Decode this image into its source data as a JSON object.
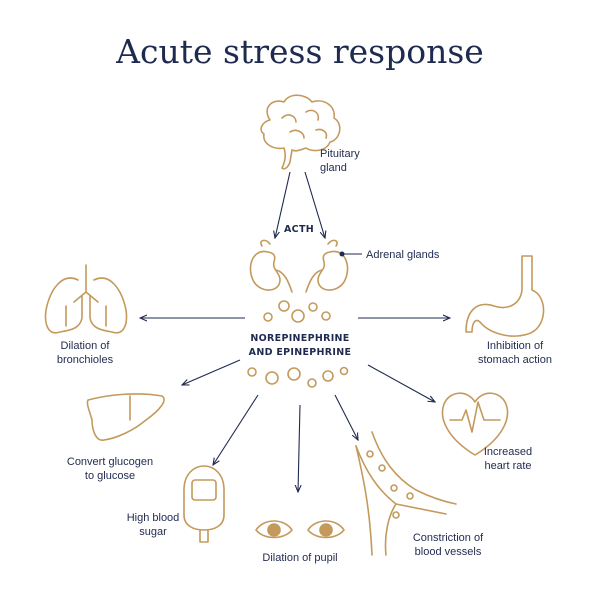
{
  "title": "Acute stress response",
  "labels": {
    "pituitary": [
      "Pituitary",
      "gland"
    ],
    "acth": "ACTH",
    "adrenal": "Adrenal glands",
    "hormones": [
      "NOREPINEPHRINE",
      "AND EPINEPHRINE"
    ],
    "bronchioles": [
      "Dilation of",
      "bronchioles"
    ],
    "stomach": [
      "Inhibition of",
      "stomach action"
    ],
    "glucogen": [
      "Convert glucogen",
      "to glucose"
    ],
    "heart": [
      "Increased",
      "heart rate"
    ],
    "sugar": [
      "High blood",
      "sugar"
    ],
    "pupil": "Dilation of pupil",
    "vessels": [
      "Constriction of",
      "blood vessels"
    ]
  },
  "colors": {
    "navy": "#1f2a4f",
    "gold": "#c49a5c"
  }
}
